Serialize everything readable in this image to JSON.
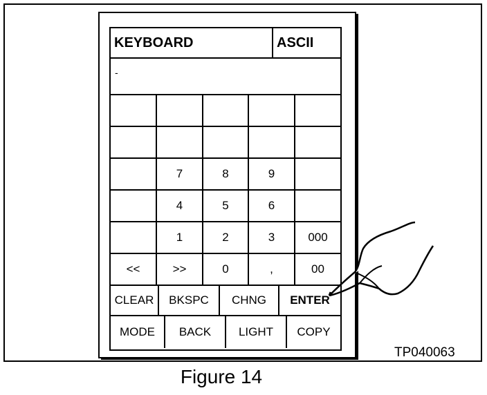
{
  "keypad": {
    "title": "KEYBOARD",
    "mode": "ASCII",
    "display_value": "-",
    "rows": [
      [
        "",
        "",
        "",
        "",
        ""
      ],
      [
        "",
        "",
        "",
        "",
        ""
      ],
      [
        "",
        "7",
        "8",
        "9",
        ""
      ],
      [
        "",
        "4",
        "5",
        "6",
        ""
      ],
      [
        "",
        "1",
        "2",
        "3",
        "000"
      ],
      [
        "<<",
        ">>",
        "0",
        ",",
        "00"
      ]
    ],
    "function_row": [
      "CLEAR",
      "BKSPC",
      "CHNG",
      "ENTER"
    ],
    "bottom_row": [
      "MODE",
      "BACK",
      "LIGHT",
      "COPY"
    ]
  },
  "figure_code": "TP040063",
  "caption": "Figure 14",
  "icons": {
    "pointer": "pointing-hand-icon"
  }
}
